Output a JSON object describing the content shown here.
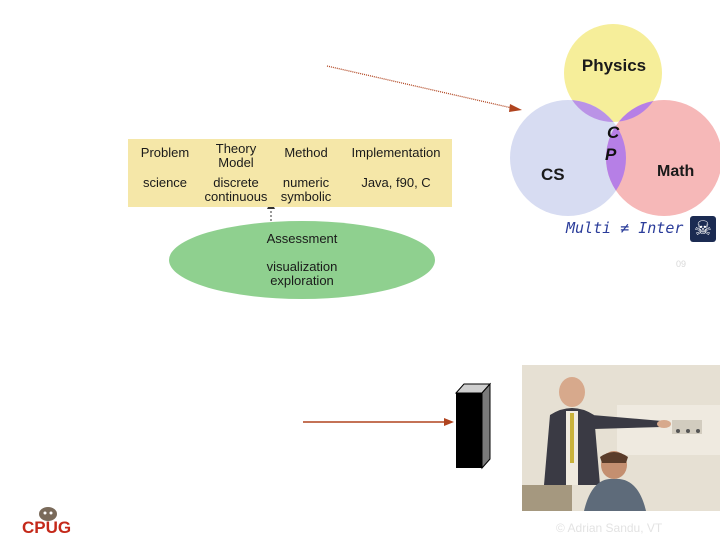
{
  "venn": {
    "physics": "Physics",
    "cs": "CS",
    "math": "Math",
    "center_line1": "C",
    "center_line2": "P",
    "caption": "Multi ≠ Inter"
  },
  "table": {
    "headers": [
      "Problem",
      "Theory\nModel",
      "Method",
      "Implementation"
    ],
    "row": [
      "science",
      "discrete\ncontinuous",
      "numeric\nsymbolic",
      "Java, f90, C"
    ]
  },
  "assessment": {
    "title": "Assessment",
    "line1": "visualization",
    "line2": "exploration"
  },
  "page_number": "09",
  "copyright": "© Adrian Sandu, VT",
  "logo_text": "CPUG",
  "colors": {
    "physics": "#f6ee9a",
    "cs": "#d7dcf2",
    "math": "#f6b8b8",
    "center": "#b67fe6",
    "table_bg": "#f5e7a8",
    "ellipse": "#8fd08f",
    "arrow": "#b0441f"
  }
}
